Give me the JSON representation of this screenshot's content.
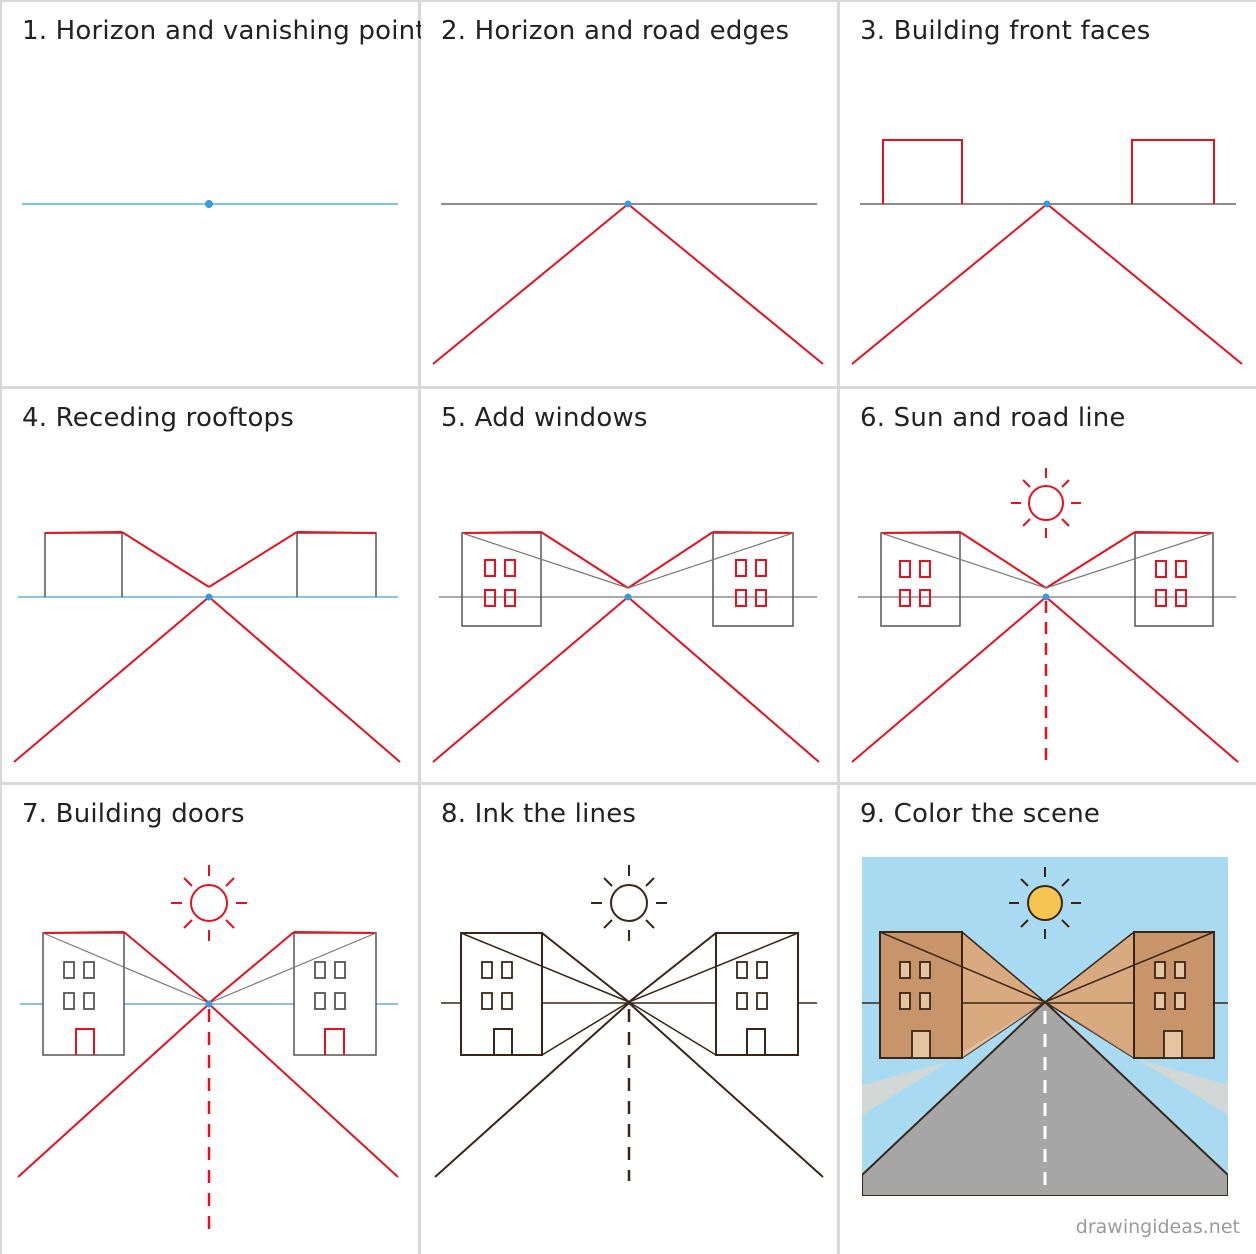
{
  "steps": [
    {
      "title": "1.  Horizon and vanishing point"
    },
    {
      "title": "2.  Horizon and road edges"
    },
    {
      "title": "3.  Building front faces"
    },
    {
      "title": "4.  Receding rooftops"
    },
    {
      "title": "5.  Add windows"
    },
    {
      "title": "6.  Sun and road line"
    },
    {
      "title": "7.  Building doors"
    },
    {
      "title": "8.  Ink the lines"
    },
    {
      "title": "9.  Color the scene"
    }
  ],
  "watermark": "drawingideas.net",
  "colors": {
    "new_line": "#e8101e",
    "horizon_blue": "#7cc4ec",
    "vanishing_dot": "#3b9ad9",
    "pencil": "#555555",
    "ink": "#3a2618",
    "sky": "#a8daf2",
    "building": "#c8956a",
    "road": "#a6a6a6",
    "sun_fill": "#f6c453"
  }
}
